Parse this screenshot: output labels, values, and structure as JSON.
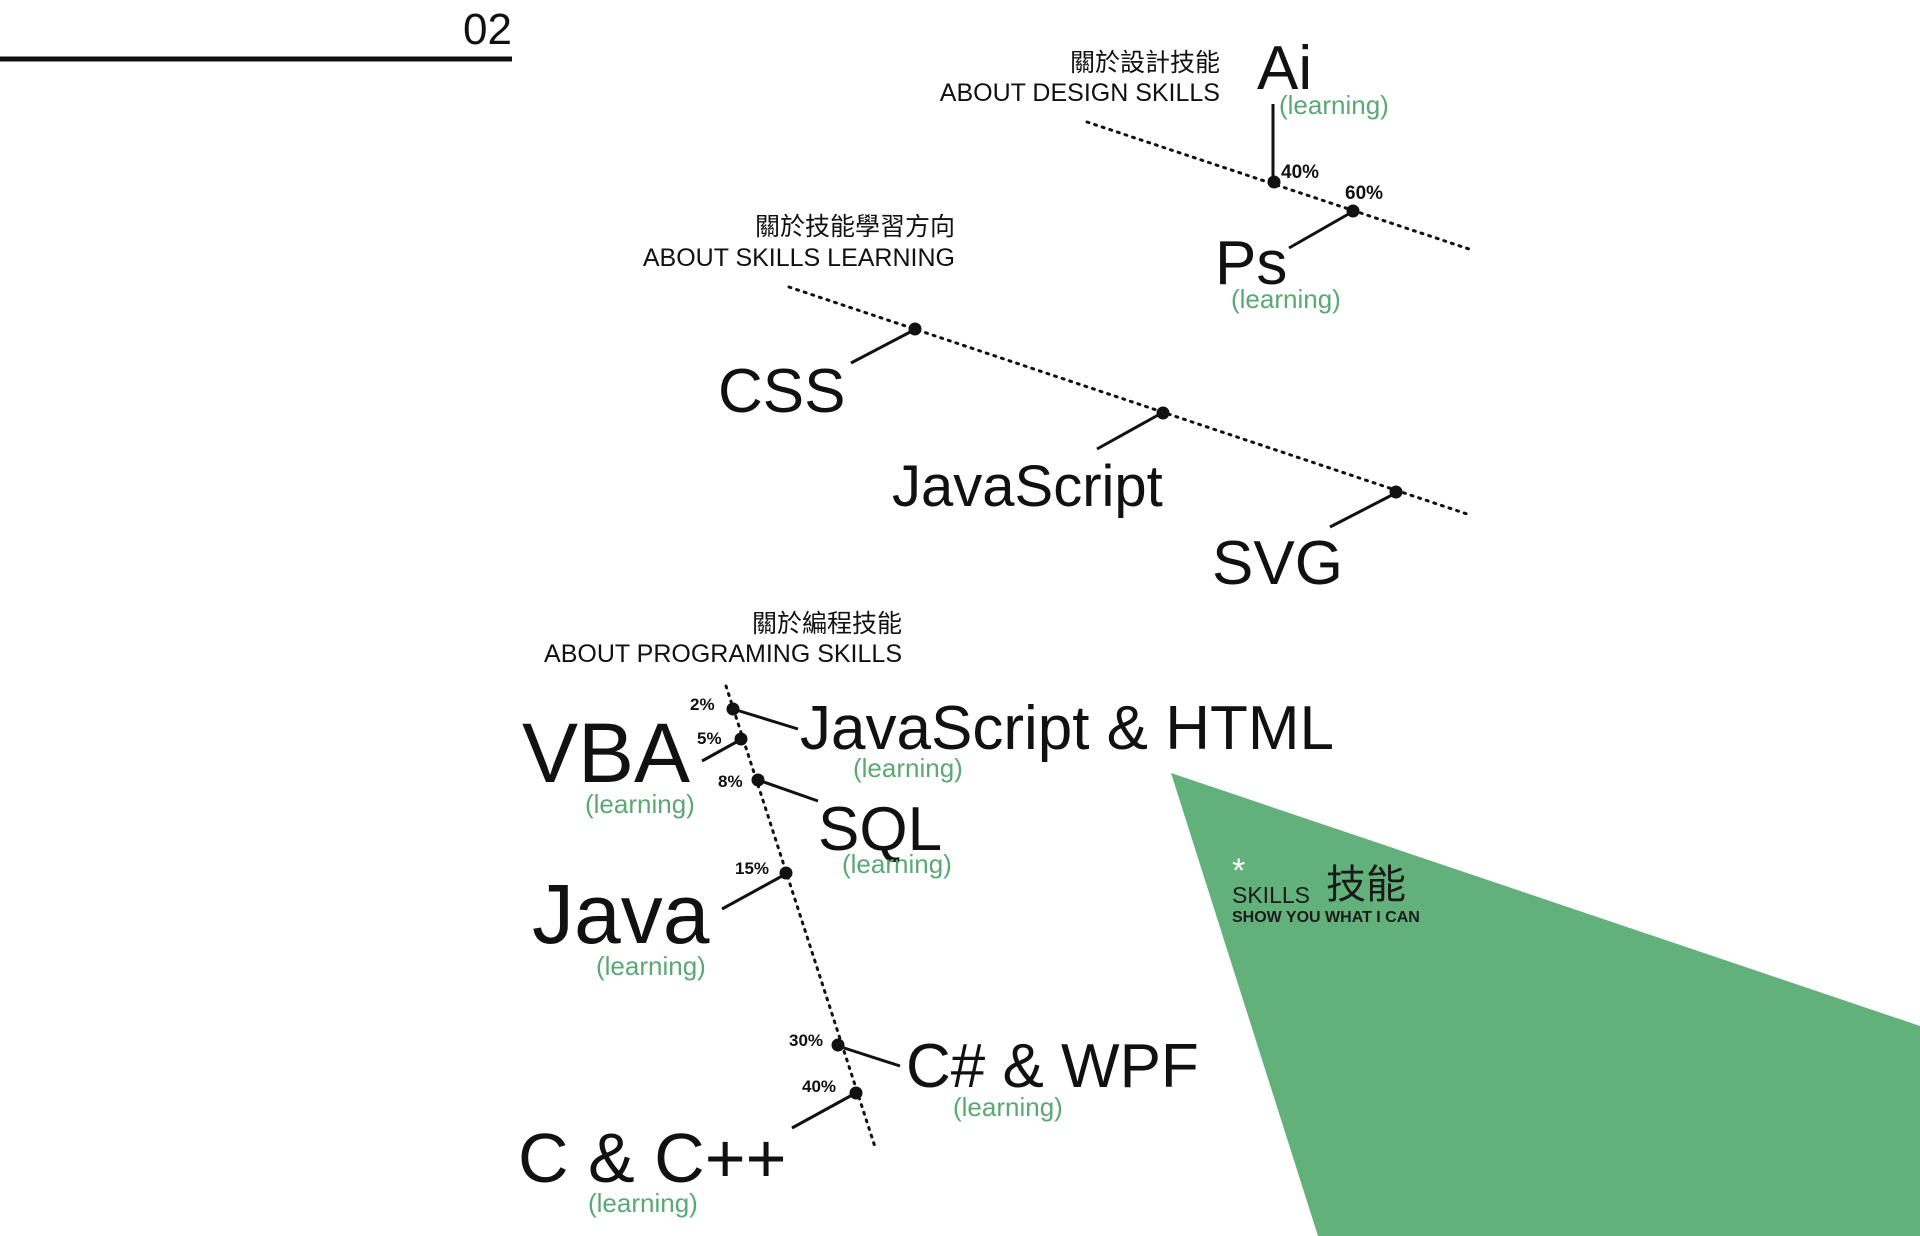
{
  "page_number": "02",
  "colors": {
    "text": "#111111",
    "learning": "#5aa874",
    "accent_panel": "#62b17b",
    "panel_text": "#ffffff",
    "panel_title": "#1a1a1a"
  },
  "design_section": {
    "title_zh": "關於設計技能",
    "title_en": "ABOUT DESIGN SKILLS",
    "items": [
      {
        "name": "Ai",
        "note": "(learning)",
        "percent": "40%"
      },
      {
        "name": "Ps",
        "note": "(learning)",
        "percent": "60%"
      }
    ]
  },
  "learning_section": {
    "title_zh": "關於技能學習方向",
    "title_en": "ABOUT SKILLS LEARNING",
    "items": [
      {
        "name": "CSS"
      },
      {
        "name": "JavaScript"
      },
      {
        "name": "SVG"
      }
    ]
  },
  "programming_section": {
    "title_zh": "關於編程技能",
    "title_en": "ABOUT PROGRAMING SKILLS",
    "items": [
      {
        "name": "JavaScript & HTML",
        "note": "(learning)",
        "percent": "2%"
      },
      {
        "name": "VBA",
        "note": "(learning)",
        "percent": "5%"
      },
      {
        "name": "SQL",
        "note": "(learning)",
        "percent": "8%"
      },
      {
        "name": "Java",
        "note": "(learning)",
        "percent": "15%"
      },
      {
        "name": "C# & WPF",
        "note": "(learning)",
        "percent": "30%"
      },
      {
        "name": "C & C++",
        "note": "(learning)",
        "percent": "40%"
      }
    ]
  },
  "panel": {
    "asterisk": "*",
    "title_en": "SKILLS",
    "title_zh": "技能",
    "subtitle": "SHOW YOU WHAT I CAN"
  }
}
